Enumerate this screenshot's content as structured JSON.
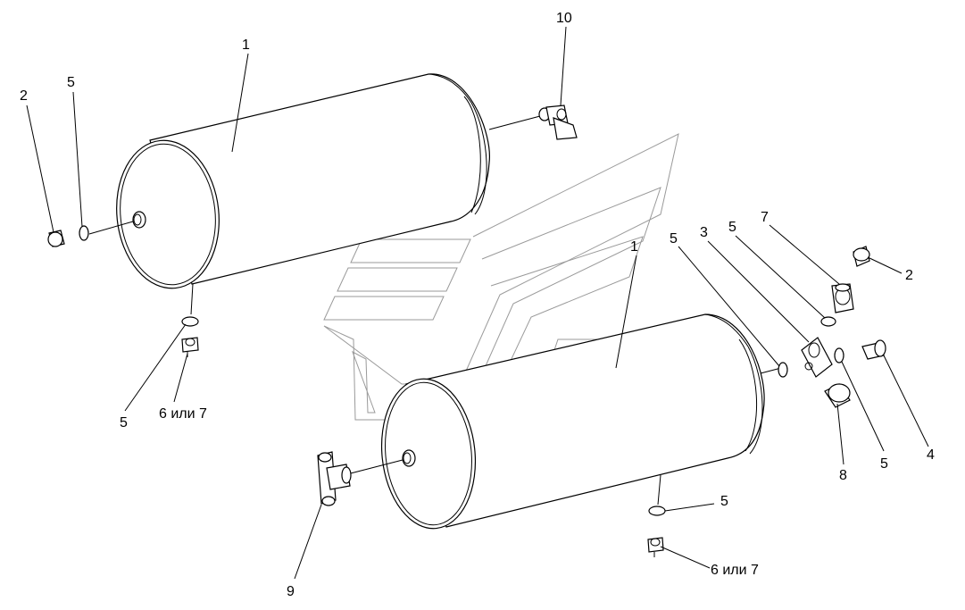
{
  "diagram": {
    "labels": {
      "l1a": "1",
      "l2a": "2",
      "l5a": "5",
      "l10": "10",
      "l5b": "5",
      "l67a": "6 или 7",
      "l1b": "1",
      "l5c": "5",
      "l3": "3",
      "l5d": "5",
      "l7": "7",
      "l2b": "2",
      "l4": "4",
      "l5e": "5",
      "l8": "8",
      "l5f": "5",
      "l67b": "6 или 7",
      "l9": "9"
    }
  }
}
